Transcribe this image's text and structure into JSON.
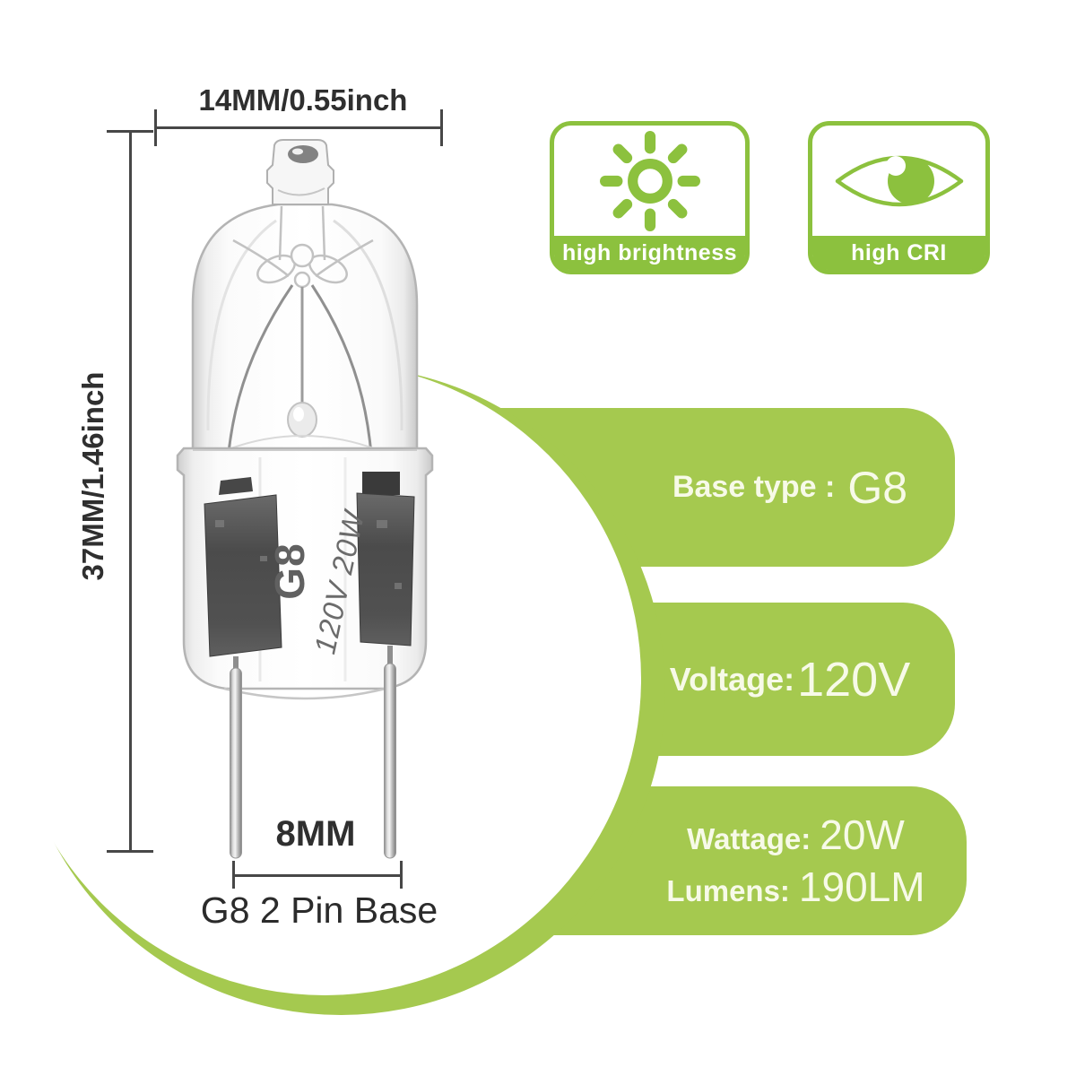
{
  "page": {
    "type": "halogen-bulb-product-infographic",
    "background": "#ffffff"
  },
  "bulb_diagram": {
    "width_dimension": "14MM/0.55inch",
    "height_dimension": "37MM/1.46inch",
    "pin_distance_dimension": "8MM",
    "base_caption": "G8 2 Pin Base",
    "glass_print_base": "G8",
    "glass_print_spec": "120V 20W"
  },
  "feature_badges": [
    {
      "icon": "sun-icon",
      "label": "high brightness"
    },
    {
      "icon": "eye-icon",
      "label": "high CRI"
    }
  ],
  "spec_banners": [
    {
      "label": "Base type :",
      "value": "G8"
    },
    {
      "label": "Voltage:",
      "value": "120V"
    },
    {
      "rows": [
        {
          "label": "Wattage:",
          "value": "20W"
        },
        {
          "label": "Lumens:",
          "value": "190LM"
        }
      ]
    }
  ],
  "colors": {
    "banner_green": "#a5c94f",
    "badge_green": "#8cc13e",
    "banner_text": "#f7fae8",
    "dimension_ink": "#474747"
  }
}
